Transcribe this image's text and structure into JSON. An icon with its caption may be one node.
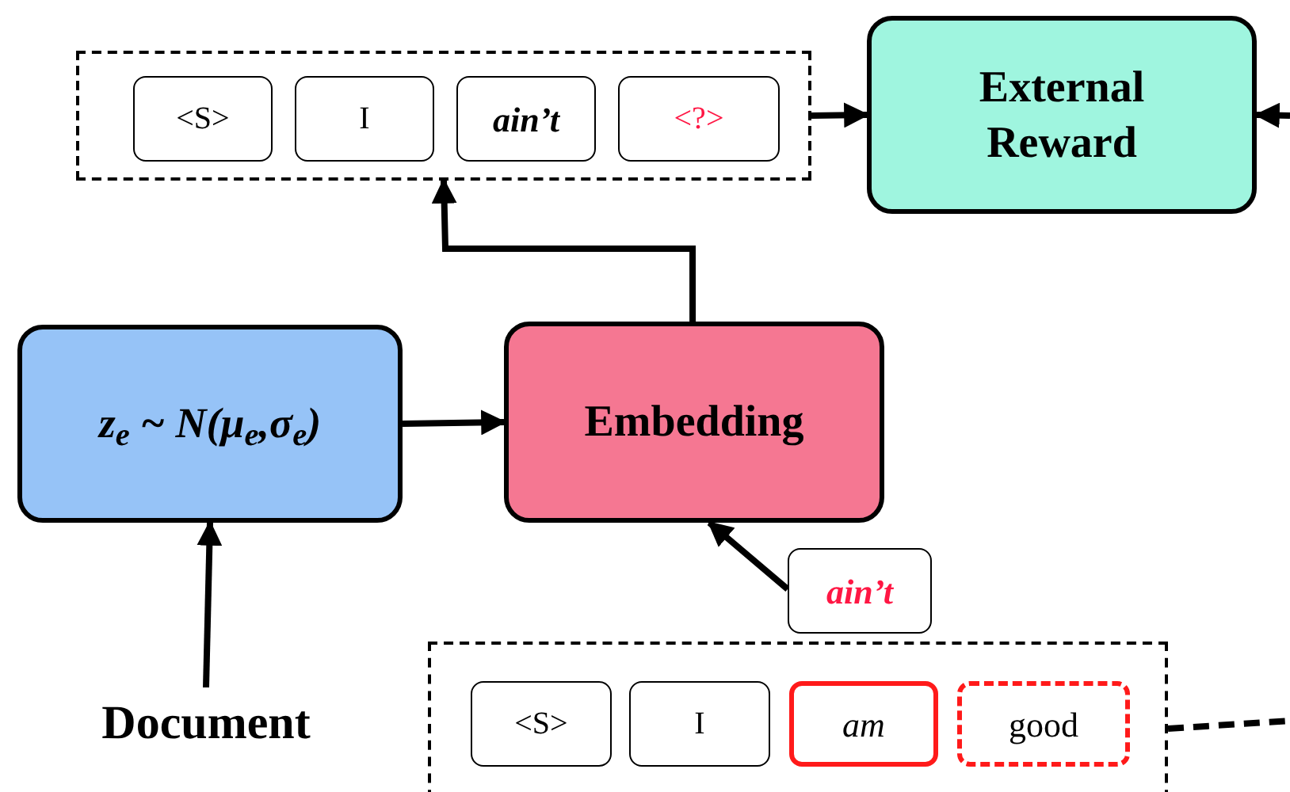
{
  "diagram": {
    "nodes": [
      {
        "text": [],
        "shape": "box"
      },
      {
        "text": [
          "<S>"
        ],
        "in": 0
      },
      {
        "text": [
          "I"
        ],
        "in": 0
      },
      {
        "text": [
          "ain’t"
        ],
        "in": 0
      },
      {
        "text": [
          "<?>"
        ],
        "in": 0
      },
      {
        "text": [
          "External Reward"
        ]
      },
      {
        "text": [
          "z$_{e}$ ~ N(μ$_{e}$,σ$_{e}$)"
        ]
      },
      {
        "text": [
          "Embedding"
        ]
      },
      {
        "text": [
          "Document"
        ]
      },
      {
        "text": [
          "ain’t"
        ]
      },
      {
        "text": [],
        "shape": "box"
      },
      {
        "text": [
          "<S>"
        ],
        "in": 10
      },
      {
        "text": [
          "I"
        ],
        "in": 10
      },
      {
        "text": [
          "am"
        ],
        "in": 10
      },
      {
        "text": [
          "good"
        ],
        "in": 10
      }
    ],
    "edges": [
      {
        "from": 0,
        "to": 5,
        "arrow": "to"
      },
      {
        "from": null,
        "to": 5,
        "arrow": "to"
      },
      {
        "from": 7,
        "to": 0,
        "arrow": "to"
      },
      {
        "from": 6,
        "to": 7,
        "arrow": "to"
      },
      {
        "from": 8,
        "to": 6,
        "arrow": "to"
      },
      {
        "from": 9,
        "to": 7,
        "arrow": "to"
      },
      {
        "from": 10,
        "to": null,
        "arrow": "none",
        "style": "dashed"
      }
    ]
  }
}
